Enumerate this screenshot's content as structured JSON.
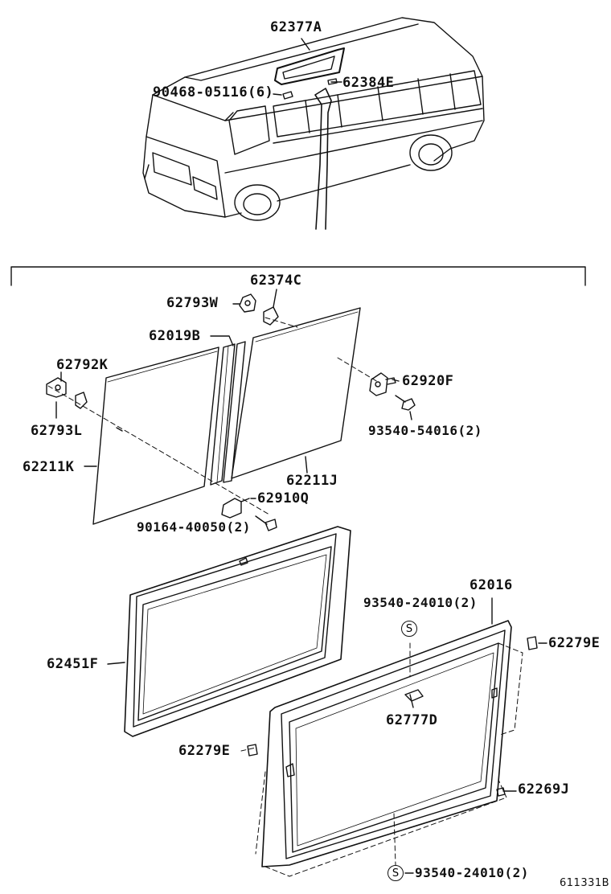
{
  "labels": {
    "p62377A": "62377A",
    "p62384E": "62384E",
    "p90468": "90468-05116(6)",
    "p62374C": "62374C",
    "p62793W": "62793W",
    "p62019B": "62019B",
    "p62792K": "62792K",
    "p62920F": "62920F",
    "p62793L": "62793L",
    "p93540_54016": "93540-54016(2)",
    "p62211K": "62211K",
    "p62211J": "62211J",
    "p62910Q": "62910Q",
    "p90164": "90164-40050(2)",
    "p62016": "62016",
    "p93540_top": "93540-24010(2)",
    "p62451F": "62451F",
    "p62279E_right": "62279E",
    "p62777D": "62777D",
    "p62279E_left": "62279E",
    "p62269J": "62269J",
    "p93540_bottom": "93540-24010(2)"
  },
  "symbols": {
    "screw_symbol": "S"
  },
  "figure_id": "611331B"
}
